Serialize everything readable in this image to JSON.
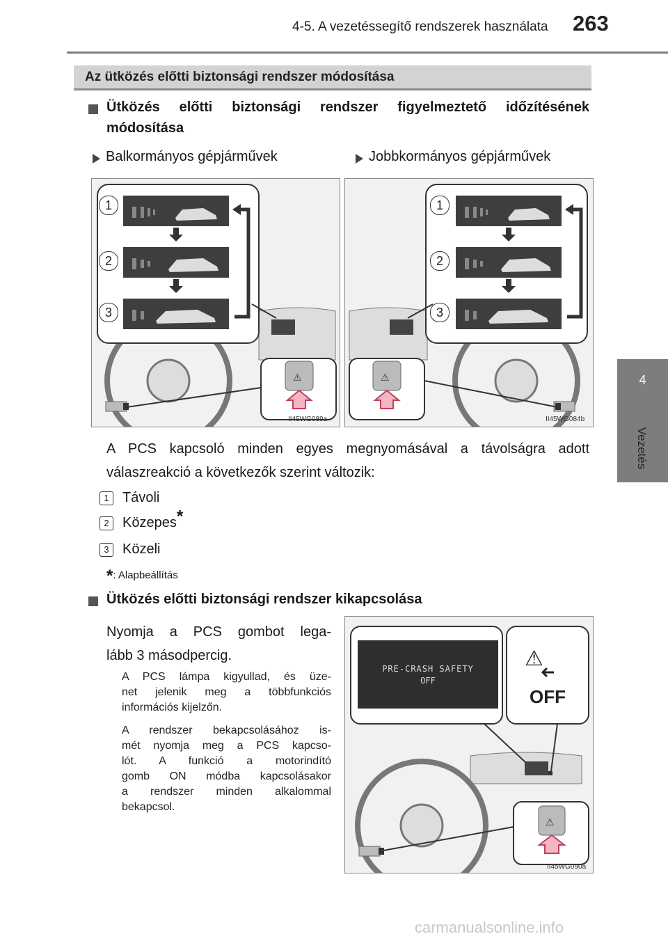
{
  "header": {
    "title": "4-5. A vezetéssegítő rendszerek használata",
    "page_number": "263"
  },
  "side_tab": {
    "chapter_number": "4",
    "chapter_label": "Vezetés"
  },
  "section": {
    "title": "Az ütközés előtti biztonsági rendszer módosítása"
  },
  "sub1": {
    "heading_line1": "Ütközés előtti biztonsági rendszer figyelmeztető időzítésének",
    "heading_line2": "módosítása",
    "col_left": "Balkormányos gépjárművek",
    "col_right": "Jobbkormányos gépjárművek",
    "fig_left_code": "II45WG089a",
    "fig_right_code": "II45WG084b",
    "callouts": [
      "1",
      "2",
      "3"
    ],
    "para_line1": "A PCS kapcsoló minden egyes megnyomásával a távolságra adott",
    "para_line2": "válaszreakció a következők szerint változik:",
    "list": [
      {
        "num": "1",
        "text": "Távoli"
      },
      {
        "num": "2",
        "text": "Közepes"
      },
      {
        "num": "3",
        "text": "Közeli"
      }
    ],
    "asterisk": "*",
    "footnote": ": Alapbeállítás"
  },
  "sub2": {
    "heading": "Ütközés előtti biztonsági rendszer kikapcsolása",
    "para_line1": "Nyomja a PCS gombot lega-",
    "para_line2": "lább 3 másodpercig.",
    "note1": [
      "A PCS lámpa kigyullad, és üze-",
      "net jelenik meg a többfunkciós",
      "információs kijelzőn."
    ],
    "note2": [
      "A rendszer bekapcsolásához is-",
      "mét nyomja meg a PCS kapcso-",
      "lót. A funkció a motorindító",
      "gomb ON módba kapcsolásakor",
      "a rendszer minden alkalommal",
      "bekapcsol."
    ],
    "display_line1": "PRE-CRASH SAFETY",
    "display_line2": "OFF",
    "off_label": "OFF",
    "fig_code": "II45WG090a"
  },
  "watermark": "carmanualsonline.info"
}
